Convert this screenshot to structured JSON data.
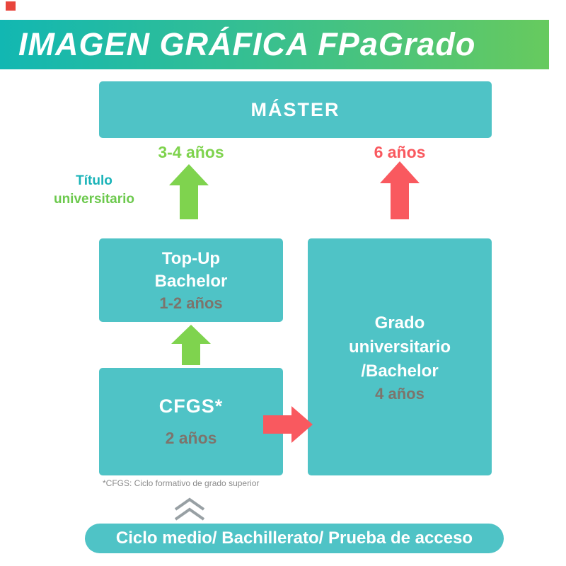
{
  "header": {
    "title": "IMAGEN GRÁFICA FPaGrado"
  },
  "diagram": {
    "master": {
      "label": "MÁSTER"
    },
    "duration_left": "3-4 años",
    "duration_right": "6 años",
    "titulo": {
      "line1": "Título",
      "line2": "universitario"
    },
    "topup": {
      "line1": "Top-Up",
      "line2": "Bachelor",
      "years": "1-2 años"
    },
    "cfgs": {
      "label": "CFGS*",
      "years": "2 años"
    },
    "grado": {
      "line1": "Grado",
      "line2": "universitario",
      "line3": "/Bachelor",
      "years": "4 años"
    },
    "footnote": "*CFGS: Ciclo formativo de grado superior",
    "base": {
      "label": "Ciclo medio/ Bachillerato/ Prueba de acceso"
    }
  },
  "colors": {
    "teal": "#4fc3c6",
    "green": "#7fd34e",
    "red": "#f9595f",
    "years_gray": "#7d746c",
    "footnote_gray": "#8c8c8c",
    "banner_gradient_start": "#12b7b2",
    "banner_gradient_end": "#67ca5e",
    "divider_yellow": "#f6da5e",
    "corner_mark_red": "#e8453c"
  }
}
